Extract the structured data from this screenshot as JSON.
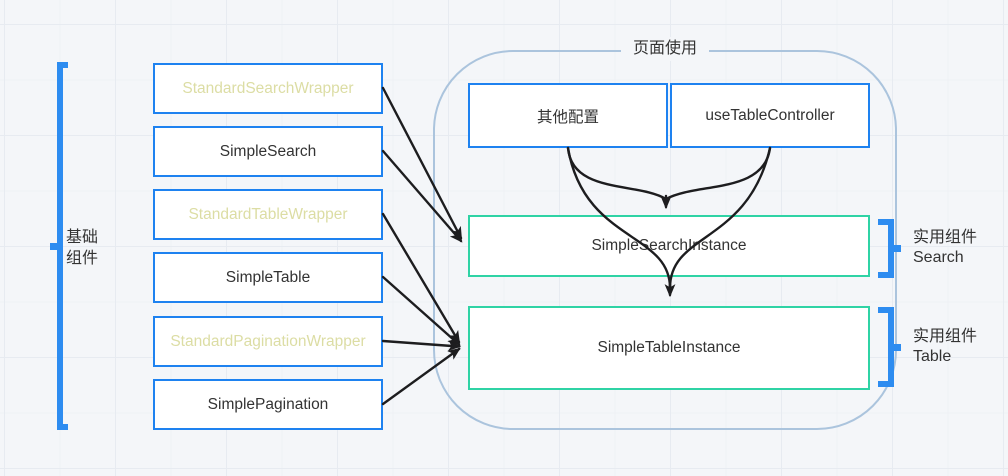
{
  "colors": {
    "canvas_bg": "#f4f6f9",
    "grid_minor": "#eef1f5",
    "grid_major": "#e7ebf1",
    "node_border_blue": "#1e82f0",
    "node_border_green": "#2fd3a5",
    "wrapper_text_yellow": "#dcdda4",
    "bracket_blue": "#2d8cf0",
    "container_border": "#abc4dd",
    "arrow_black": "#1d1d1f",
    "text_dark": "#333333"
  },
  "diagram": {
    "base_group": {
      "bracket_label_line1": "基础",
      "bracket_label_line2": "组件",
      "items": [
        {
          "label": "StandardSearchWrapper",
          "style": "wrapper"
        },
        {
          "label": "SimpleSearch",
          "style": "plain"
        },
        {
          "label": "StandardTableWrapper",
          "style": "wrapper"
        },
        {
          "label": "SimpleTable",
          "style": "plain"
        },
        {
          "label": "StandardPaginationWrapper",
          "style": "wrapper"
        },
        {
          "label": "SimplePagination",
          "style": "plain"
        }
      ]
    },
    "page_usage": {
      "title": "页面使用",
      "config_boxes": [
        {
          "label": "其他配置"
        },
        {
          "label": "useTableController"
        }
      ],
      "instance_boxes": [
        {
          "label": "SimpleSearchInstance"
        },
        {
          "label": "SimpleTableInstance"
        }
      ]
    },
    "utility_groups": [
      {
        "label_line1": "实用组件",
        "label_line2": "Search"
      },
      {
        "label_line1": "实用组件",
        "label_line2": "Table"
      }
    ]
  }
}
